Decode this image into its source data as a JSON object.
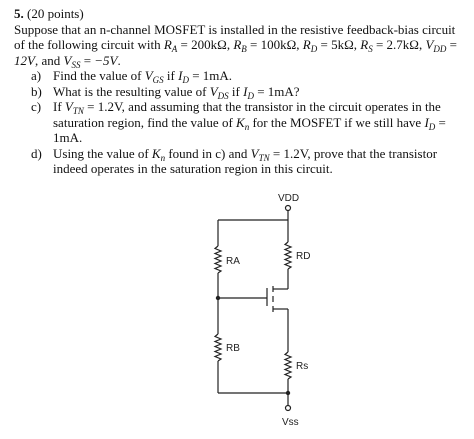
{
  "problem": {
    "number": "5.",
    "points": "(20 points)",
    "intro": "Suppose that an n-channel MOSFET is installed in the resistive feedback-bias circuit of the following circuit with",
    "values": {
      "RA": "200kΩ",
      "RB": "100kΩ",
      "RD": "5kΩ",
      "RS": "2.7kΩ",
      "VDD": "12V",
      "VSS": "−5V"
    },
    "parts": [
      {
        "label": "a)",
        "text": "Find the value of V_GS if I_D = 1mA."
      },
      {
        "label": "b)",
        "text": "What is the resulting value of V_DS if I_D = 1mA?"
      },
      {
        "label": "c)",
        "text": "If V_TN = 1.2V, and assuming that the transistor in the circuit operates in the saturation region, find the value of K_n for the MOSFET if we still have I_D = 1mA."
      },
      {
        "label": "d)",
        "text": "Using the value of K_n found in c) and V_TN = 1.2V, prove that the transistor indeed operates in the saturation region in this circuit."
      }
    ]
  },
  "circuit": {
    "vdd_label": "VDD",
    "vss_label": "Vss",
    "ra_label": "RA",
    "rb_label": "RB",
    "rd_label": "RD",
    "rs_label": "Rs"
  }
}
